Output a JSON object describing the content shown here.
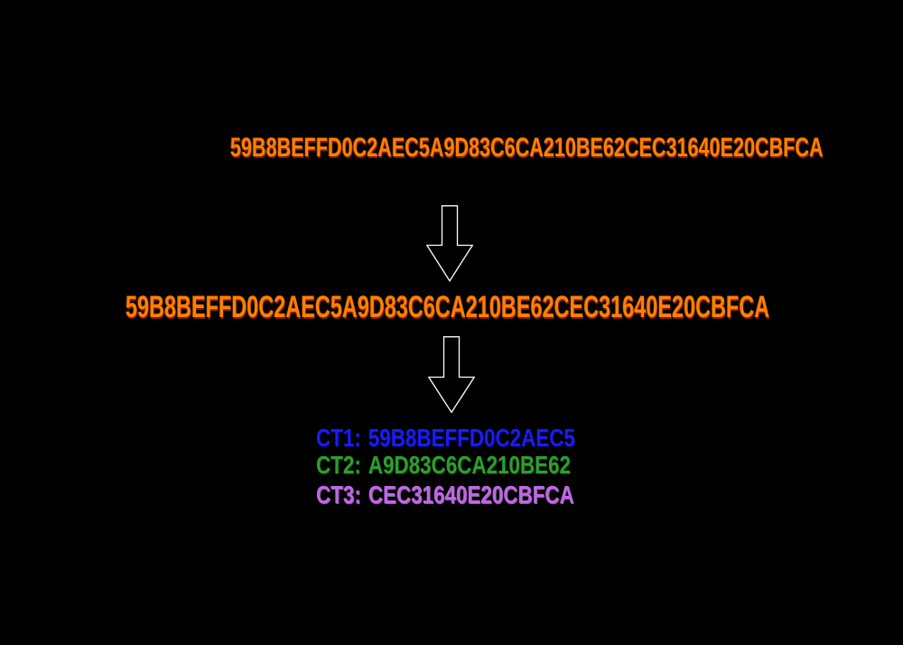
{
  "page": {
    "background_color": "#000000"
  },
  "diagram": {
    "source_key": {
      "value": "59B8BEFFD0C2AEC5A9D83C6CA210BE62CEC31640E20CBFCA",
      "color": "#FF8000"
    },
    "expanded_key": {
      "value": "59B8BEFFD0C2AEC5A9D83C6CA210BE62CEC31640E20CBFCA",
      "color": "#FF8000"
    },
    "arrows": [
      {
        "icon": "down-arrow-icon",
        "fill": "#000000",
        "outline": "#FFFFFF"
      },
      {
        "icon": "down-arrow-icon",
        "fill": "#000000",
        "outline": "#FFFFFF"
      }
    ],
    "ct_lines": [
      {
        "label": "CT1:",
        "value": "59B8BEFFD0C2AEC5",
        "color": "#1C1CEF"
      },
      {
        "label": "CT2:",
        "value": "A9D83C6CA210BE62",
        "color": "#2E9E2E"
      },
      {
        "label": "CT3:",
        "value": "CEC31640E20CBFCA",
        "color": "#C266E8"
      }
    ]
  }
}
